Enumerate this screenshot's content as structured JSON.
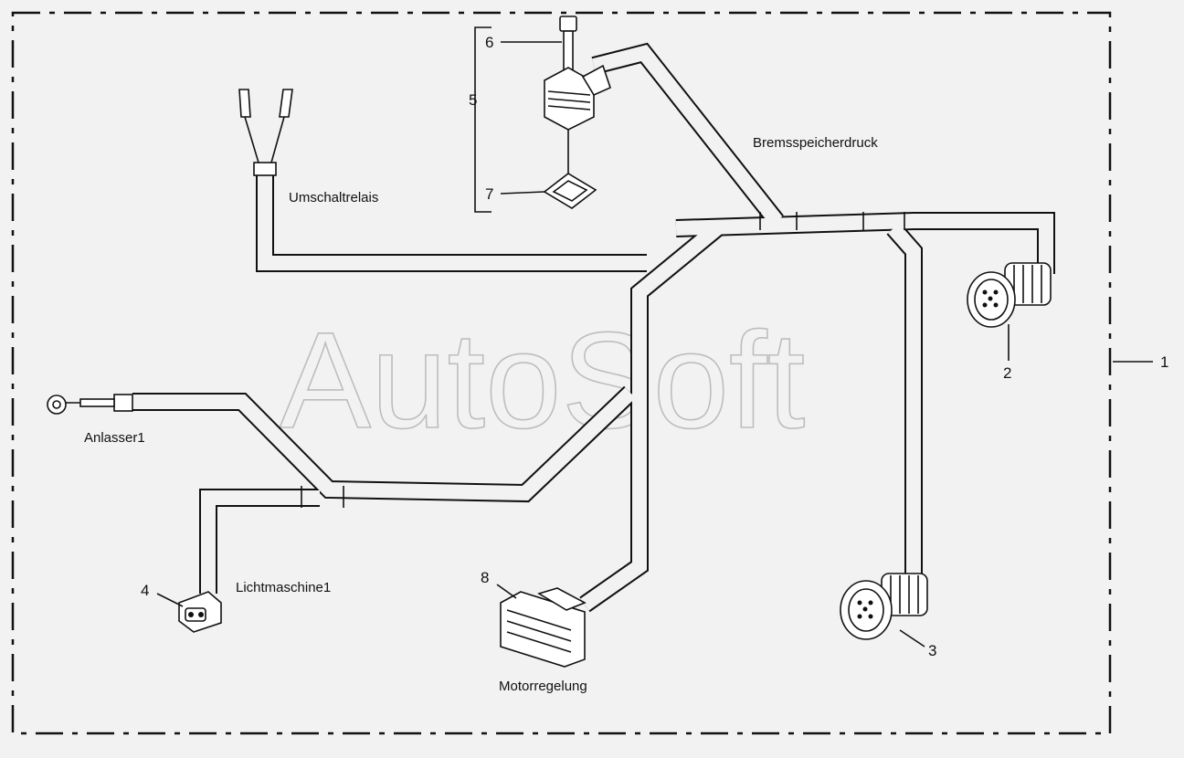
{
  "watermark": "AutoSoft",
  "labels": {
    "bremsspeicherdruck": "Bremsspeicherdruck",
    "umschaltrelais": "Umschaltrelais",
    "anlasser": "Anlasser1",
    "lichtmaschine": "Lichtmaschine1",
    "motorregelung": "Motorregelung"
  },
  "callouts": {
    "c1": "1",
    "c2": "2",
    "c3": "3",
    "c4": "4",
    "c5": "5",
    "c6": "6",
    "c7": "7",
    "c8": "8"
  }
}
